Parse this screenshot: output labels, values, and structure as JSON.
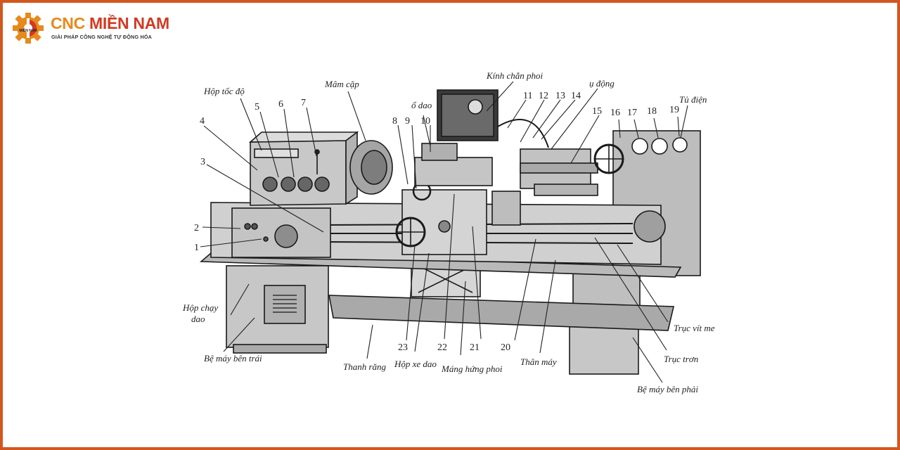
{
  "brand": {
    "name_part1": "CNC",
    "name_part2": "MIỀN NAM",
    "tagline": "GIẢI PHÁP CÔNG NGHỆ TỰ ĐỘNG HÓA",
    "gear_text": "MIỀN NAM",
    "colors": {
      "frame": "#d2571f",
      "orange": "#e8891c",
      "red": "#d13a22"
    }
  },
  "labels": {
    "hop_toc_do": "Hộp tốc độ",
    "mam_cap": "Mâm cặp",
    "kinh_chan_phoi": "Kính chắn phoi",
    "o_dao": "ổ dao",
    "u_dong": "ụ động",
    "tu_dien": "Tủ điện",
    "hop_chay_dao_1": "Hộp chạy",
    "hop_chay_dao_2": "dao",
    "be_may_ben_trai": "Bệ máy bên trái",
    "thanh_rang": "Thanh răng",
    "hop_xe_dao": "Hộp xe dao",
    "mang_hung_phoi": "Máng hứng phoi",
    "than_may": "Thân máy",
    "truc_vit_me": "Trục vít me",
    "truc_tron": "Trục trơn",
    "be_may_ben_phai": "Bệ máy bên phải"
  },
  "numbers": {
    "n1": "1",
    "n2": "2",
    "n3": "3",
    "n4": "4",
    "n5": "5",
    "n6": "6",
    "n7": "7",
    "n8": "8",
    "n9": "9",
    "n10": "10",
    "n11": "11",
    "n12": "12",
    "n13": "13",
    "n14": "14",
    "n15": "15",
    "n16": "16",
    "n17": "17",
    "n18": "18",
    "n19": "19",
    "n20": "20",
    "n21": "21",
    "n22": "22",
    "n23": "23"
  }
}
